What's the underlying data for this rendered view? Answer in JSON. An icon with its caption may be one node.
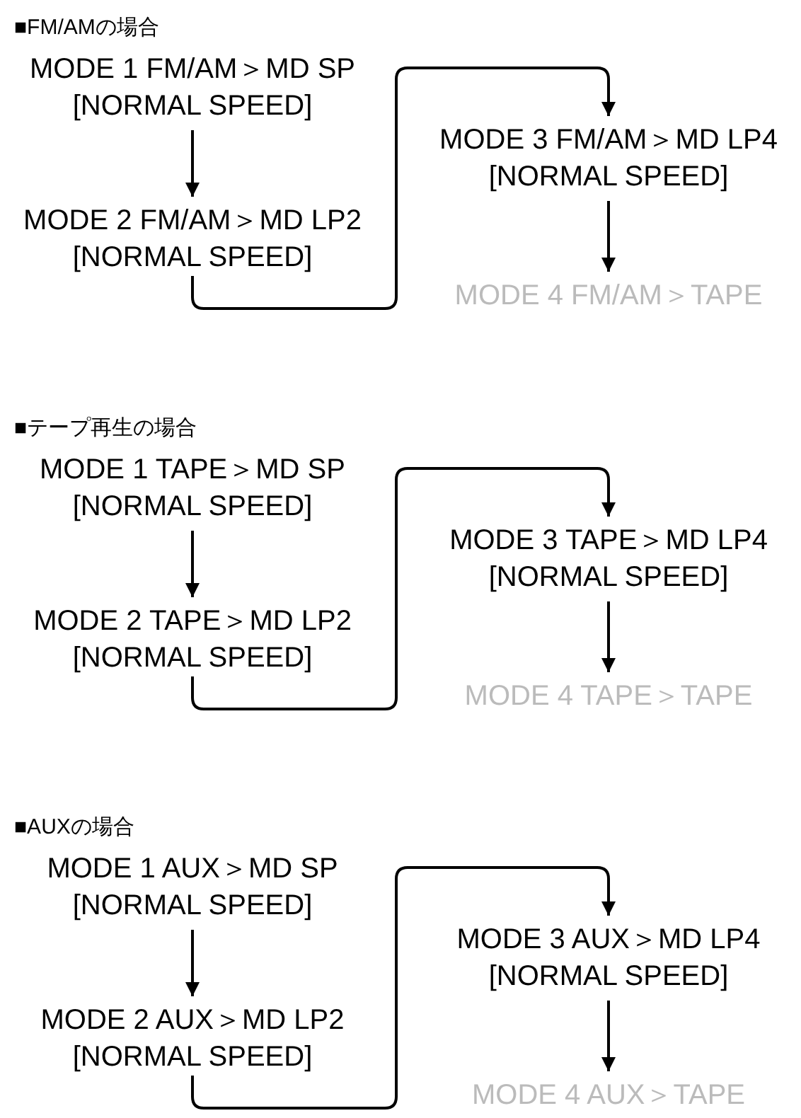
{
  "diagram": {
    "nodes": [
      {
        "text": [
          "MODE 1 FM/AM＞MD SP [NORMAL SPEED]"
        ]
      },
      {
        "text": [
          "MODE 2 FM/AM＞MD LP2 [NORMAL SPEED]"
        ]
      },
      {
        "text": [
          "MODE 3 FM/AM＞MD LP4 [NORMAL SPEED]"
        ]
      },
      {
        "text": [
          "MODE 4 FM/AM＞TAPE"
        ]
      },
      {
        "text": [
          "MODE 1 TAPE＞MD SP [NORMAL SPEED]"
        ]
      },
      {
        "text": [
          "MODE 2 TAPE＞MD LP2 [NORMAL SPEED]"
        ]
      },
      {
        "text": [
          "MODE 3 TAPE＞MD LP4 [NORMAL SPEED]"
        ]
      },
      {
        "text": [
          "MODE 4 TAPE＞TAPE"
        ]
      },
      {
        "text": [
          "MODE 1 AUX＞MD SP [NORMAL SPEED]"
        ]
      },
      {
        "text": [
          "MODE 2 AUX＞MD LP2 [NORMAL SPEED]"
        ]
      },
      {
        "text": [
          "MODE 3 AUX＞MD LP4 [NORMAL SPEED]"
        ]
      },
      {
        "text": [
          "MODE 4 AUX＞TAPE"
        ]
      }
    ],
    "edges": [
      {
        "from": 0,
        "to": 1,
        "arrow": "to"
      },
      {
        "from": 1,
        "to": 2,
        "arrow": "to"
      },
      {
        "from": 2,
        "to": 3,
        "arrow": "to"
      },
      {
        "from": 4,
        "to": 5,
        "arrow": "to"
      },
      {
        "from": 5,
        "to": 6,
        "arrow": "to"
      },
      {
        "from": 6,
        "to": 7,
        "arrow": "to"
      },
      {
        "from": 8,
        "to": 9,
        "arrow": "to"
      },
      {
        "from": 9,
        "to": 10,
        "arrow": "to"
      },
      {
        "from": 10,
        "to": 11,
        "arrow": "to"
      }
    ],
    "labels": [
      "■FM/AMの場合",
      "■テープ再生の場合",
      "■AUXの場合"
    ]
  }
}
